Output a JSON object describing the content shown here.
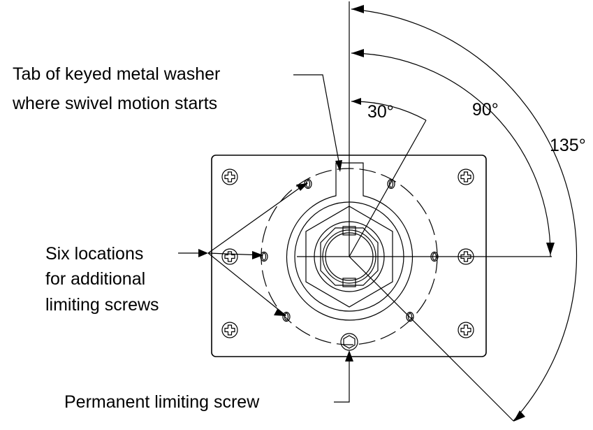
{
  "labels": {
    "tab_line1": "Tab of keyed metal washer",
    "tab_line2": "where swivel motion starts",
    "six_line1": "Six locations",
    "six_line2": "for additional",
    "six_line3": "limiting screws",
    "permanent": "Permanent limiting screw",
    "angle_30": "30°",
    "angle_90": "90°",
    "angle_135": "135°"
  }
}
